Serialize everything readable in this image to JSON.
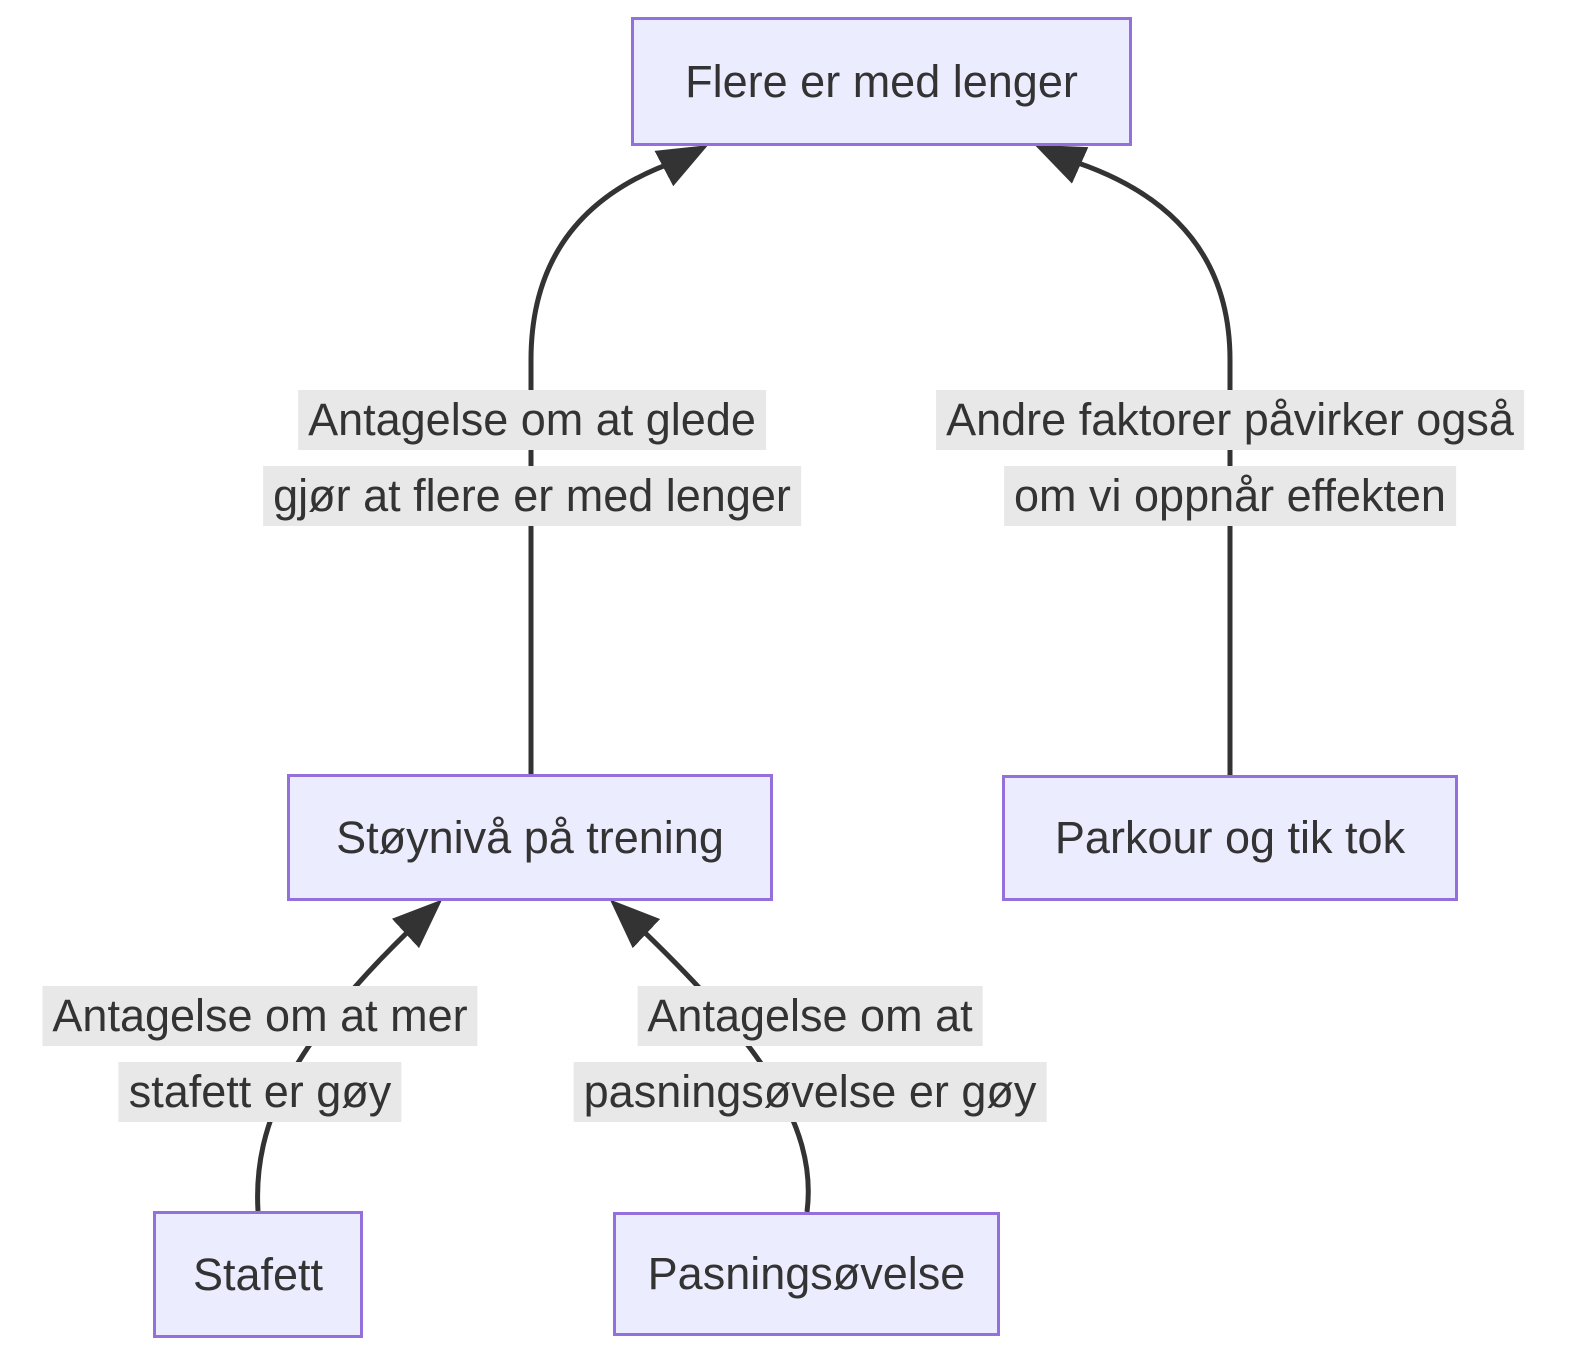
{
  "diagram": {
    "type": "flowchart",
    "direction": "bottom-to-top",
    "nodes": [
      {
        "id": "effect",
        "label": "Flere er med lenger"
      },
      {
        "id": "noise",
        "label": "Støynivå på trening"
      },
      {
        "id": "parkour",
        "label": "Parkour og tik tok"
      },
      {
        "id": "stafett",
        "label": "Stafett"
      },
      {
        "id": "pasning",
        "label": "Pasningsøvelse"
      }
    ],
    "edges": [
      {
        "from": "noise",
        "to": "effect",
        "label": {
          "line1": "Antagelse om at glede",
          "line2": "gjør at flere er med lenger"
        }
      },
      {
        "from": "parkour",
        "to": "effect",
        "label": {
          "line1": "Andre faktorer påvirker også",
          "line2": "om vi oppnår effekten"
        }
      },
      {
        "from": "stafett",
        "to": "noise",
        "label": {
          "line1": "Antagelse om at mer",
          "line2": "stafett er gøy"
        }
      },
      {
        "from": "pasning",
        "to": "noise",
        "label": {
          "line1": "Antagelse om at",
          "line2": "pasningsøvelse er gøy"
        }
      }
    ],
    "colors": {
      "node_fill": "#ECECFF",
      "node_border": "#9370DB",
      "edge": "#333333",
      "edge_label_bg": "#e8e8e8",
      "text": "#333333",
      "background": "#ffffff"
    }
  }
}
